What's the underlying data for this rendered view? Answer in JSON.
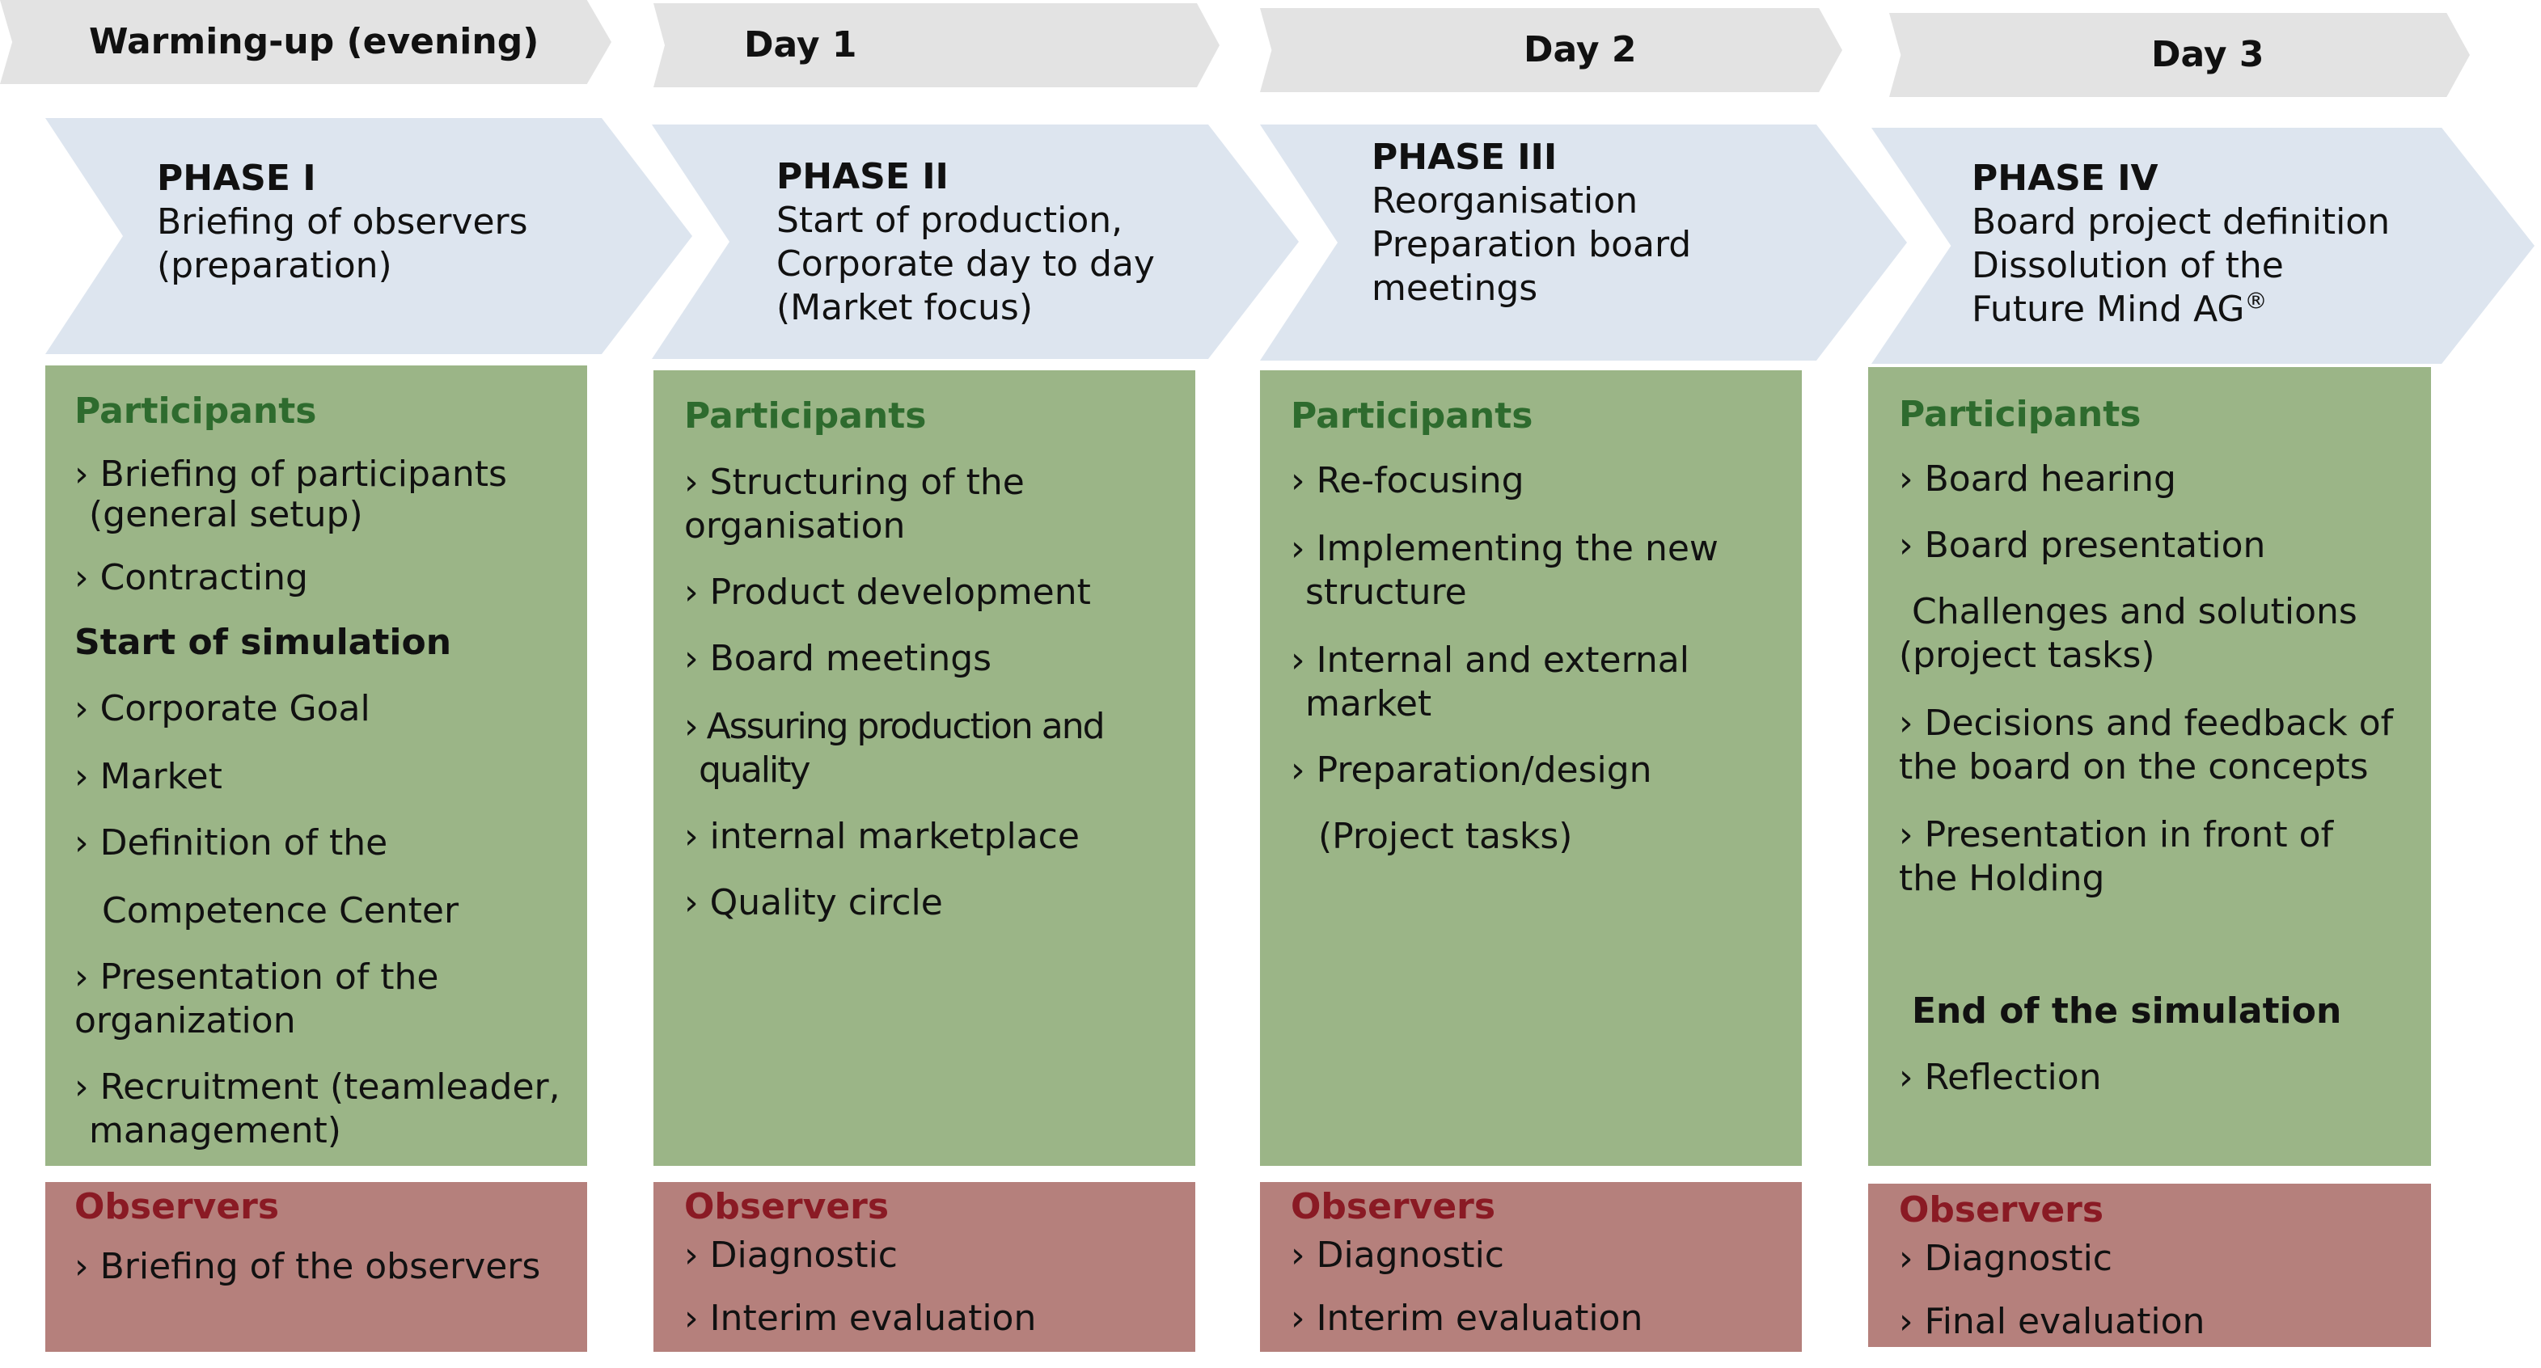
{
  "days": [
    "Warming-up (evening)",
    "Day 1",
    "Day 2",
    "Day 3"
  ],
  "phases": [
    {
      "title": "PHASE I",
      "lines": [
        "Briefing of observers",
        "(preparation)"
      ]
    },
    {
      "title": "PHASE II",
      "lines": [
        "Start of production,",
        "Corporate day to day",
        "(Market focus)"
      ]
    },
    {
      "title": "PHASE III",
      "lines": [
        "Reorganisation",
        "Preparation board",
        "meetings"
      ]
    },
    {
      "title": "PHASE IV",
      "lines": [
        "Board project definition",
        "Dissolution of the",
        "Future Mind AG",
        "®"
      ]
    }
  ],
  "participants_heading": "Participants",
  "observers_heading": "Observers",
  "col1": {
    "p": [
      "› Briefing of participants",
      "(general setup)",
      "› Contracting",
      "Start of simulation",
      "› Corporate Goal",
      "› Market",
      "› Definition of the",
      "Competence Center",
      "› Presentation of the",
      "organization",
      "› Recruitment (teamleader,",
      "management)"
    ],
    "o": [
      "› Briefing of the observers"
    ]
  },
  "col2": {
    "p": [
      "› Structuring of the",
      "organisation",
      "›  Product development",
      "›  Board meetings",
      "› Assuring production and",
      "quality",
      "› internal marketplace",
      "› Quality circle"
    ],
    "o": [
      "› Diagnostic",
      "› Interim evaluation"
    ]
  },
  "col3": {
    "p": [
      "› Re-focusing",
      "› Implementing the new",
      "structure",
      "› Internal and external",
      "market",
      "› Preparation/design",
      "(Project tasks)"
    ],
    "o": [
      "› Diagnostic",
      "› Interim evaluation"
    ]
  },
  "col4": {
    "p": [
      "› Board hearing",
      "› Board presentation",
      "Challenges and solutions",
      "(project tasks)",
      "› Decisions and feedback of",
      "the board on the concepts",
      "› Presentation in front of",
      "the Holding",
      "End of the simulation",
      "› Reflection"
    ],
    "o": [
      "› Diagnostic",
      "› Final evaluation"
    ]
  },
  "colors": {
    "day_chevron": "#e3e3e3",
    "phase_chevron": "#dde5ef",
    "participants_box": "#9bb587",
    "observers_box": "#b5807c",
    "participants_heading": "#2e6b2e",
    "observers_heading": "#8a1a24"
  }
}
